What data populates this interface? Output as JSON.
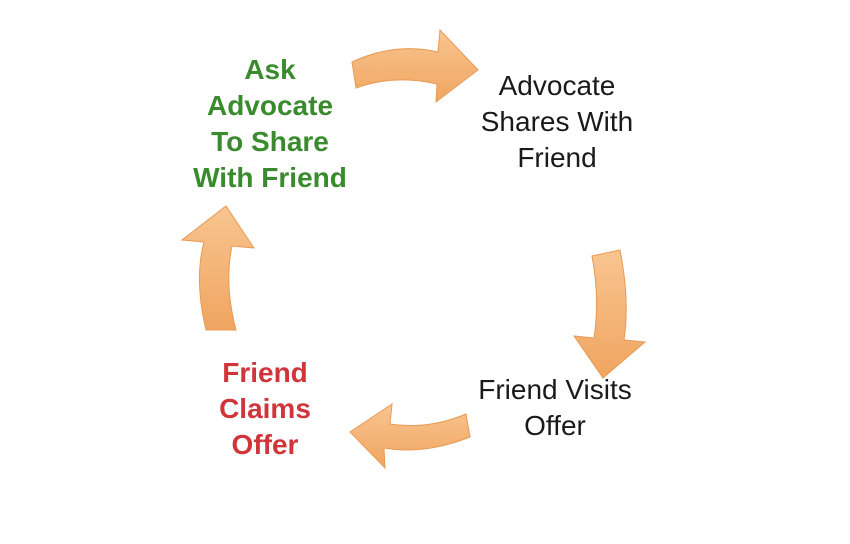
{
  "diagram": {
    "arrow_color": "#F5B070",
    "arrow_edge_color": "#E89A55",
    "nodes": [
      {
        "id": "ask",
        "lines": [
          "Ask",
          "Advocate",
          "To Share",
          "With Friend"
        ],
        "color": "#3A8A2E"
      },
      {
        "id": "shares",
        "lines": [
          "Advocate",
          "Shares With",
          "Friend"
        ],
        "color": "#1a1a1a"
      },
      {
        "id": "visits",
        "lines": [
          "Friend Visits",
          "Offer"
        ],
        "color": "#1a1a1a"
      },
      {
        "id": "claims",
        "lines": [
          "Friend",
          "Claims",
          "Offer"
        ],
        "color": "#D0353A"
      }
    ],
    "arrows": [
      {
        "from": "ask",
        "to": "shares"
      },
      {
        "from": "shares",
        "to": "visits"
      },
      {
        "from": "visits",
        "to": "claims"
      },
      {
        "from": "claims",
        "to": "ask"
      }
    ]
  }
}
